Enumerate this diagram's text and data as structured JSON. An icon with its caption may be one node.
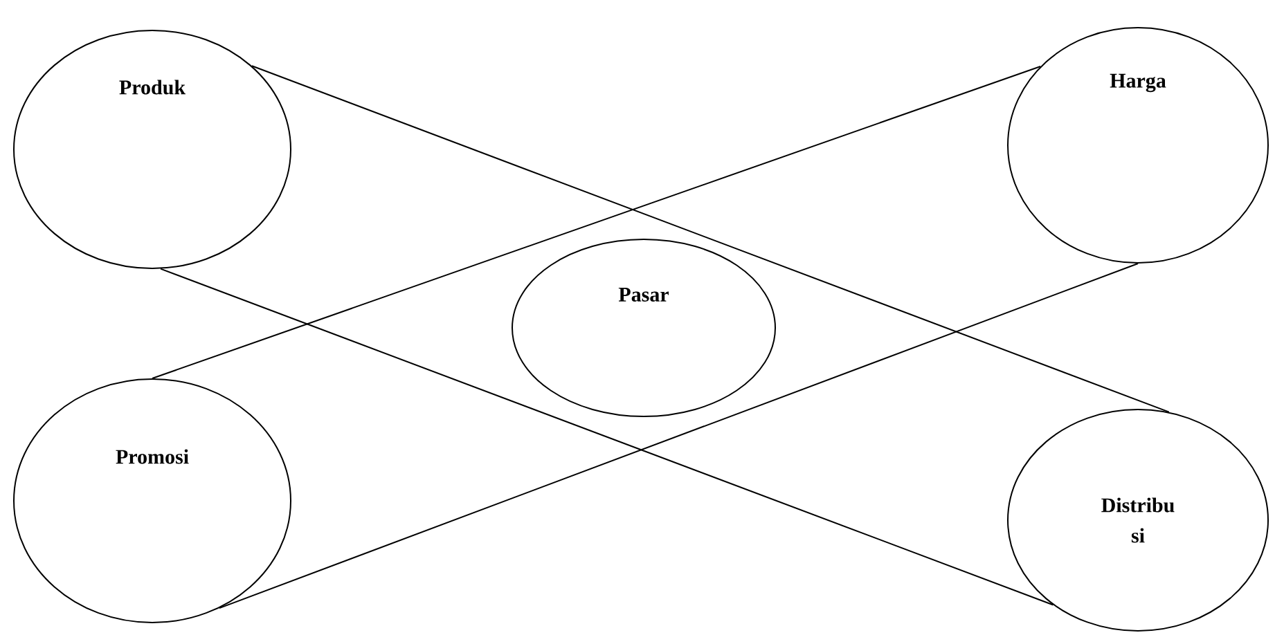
{
  "diagram": {
    "nodes": [
      {
        "text": [
          "Produk"
        ]
      },
      {
        "text": [
          "Harga"
        ]
      },
      {
        "text": [
          "Pasar"
        ]
      },
      {
        "text": [
          "Promosi"
        ]
      },
      {
        "text": [
          "Distribu si"
        ]
      }
    ],
    "edges": [
      {
        "from": 0,
        "to": 4,
        "arrow": "none"
      },
      {
        "from": 0,
        "to": 4,
        "arrow": "none"
      },
      {
        "from": 1,
        "to": 3,
        "arrow": "none"
      },
      {
        "from": 1,
        "to": 3,
        "arrow": "none"
      }
    ]
  }
}
